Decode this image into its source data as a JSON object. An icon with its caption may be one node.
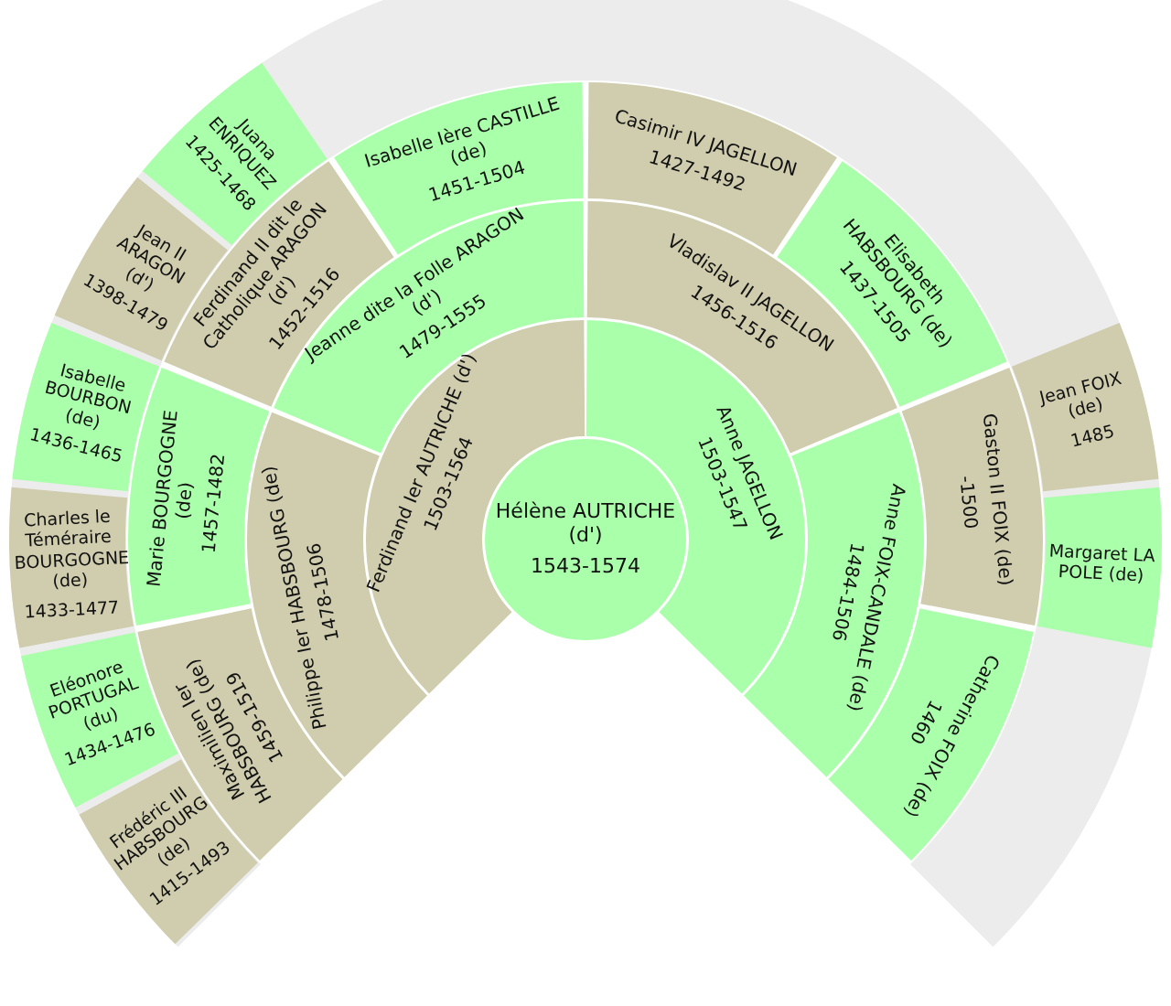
{
  "diagram": {
    "nodes": [
      {
        "text": [
          "Hélène AUTRICHE (d')",
          "1543-1574"
        ]
      },
      {
        "text": [
          "Ferdinand Ier AUTRICHE (d')",
          "1503-1564"
        ]
      },
      {
        "text": [
          "Anne JAGELLON",
          "1503-1547"
        ]
      },
      {
        "text": [
          "Philippe Ier HABSBOURG (de)",
          "1478-1506"
        ]
      },
      {
        "text": [
          "Jeanne dite la Folle ARAGON (d')",
          "1479-1555"
        ]
      },
      {
        "text": [
          "Vladislav II JAGELLON",
          "1456-1516"
        ]
      },
      {
        "text": [
          "Anne FOIX-CANDALE (de)",
          "1484-1506"
        ]
      },
      {
        "text": [
          "Maximilien Ier HABSBOURG (de)",
          "1459-1519"
        ]
      },
      {
        "text": [
          "Marie BOURGOGNE (de)",
          "1457-1482"
        ]
      },
      {
        "text": [
          "Ferdinand II dit le Catholique ARAGON (d')",
          "1452-1516"
        ]
      },
      {
        "text": [
          "Isabelle Ière CASTILLE (de)",
          "1451-1504"
        ]
      },
      {
        "text": [
          "Casimir IV JAGELLON",
          "1427-1492"
        ]
      },
      {
        "text": [
          "Elisabeth HABSBOURG (de)",
          "1437-1505"
        ]
      },
      {
        "text": [
          "Gaston II FOIX (de)",
          "-1500"
        ]
      },
      {
        "text": [
          "Catherine FOIX (de)",
          "1460"
        ]
      },
      {
        "text": [
          "Frédéric III HABSBOURG (de)",
          "1415-1493"
        ]
      },
      {
        "text": [
          "Eléonore PORTUGAL (du)",
          "1434-1476"
        ]
      },
      {
        "text": [
          "Charles le Téméraire BOURGOGNE (de)",
          "1433-1477"
        ]
      },
      {
        "text": [
          "Isabelle BOURBON (de)",
          "1436-1465"
        ]
      },
      {
        "text": [
          "Jean II ARAGON (d')",
          "1398-1479"
        ]
      },
      {
        "text": [
          "Juana ENRIQUEZ",
          "1425-1468"
        ]
      },
      {
        "text": [
          "Jean FOIX (de)",
          "1485"
        ]
      },
      {
        "text": [
          "Margaret LA POLE (de)"
        ]
      }
    ],
    "edges": []
  }
}
